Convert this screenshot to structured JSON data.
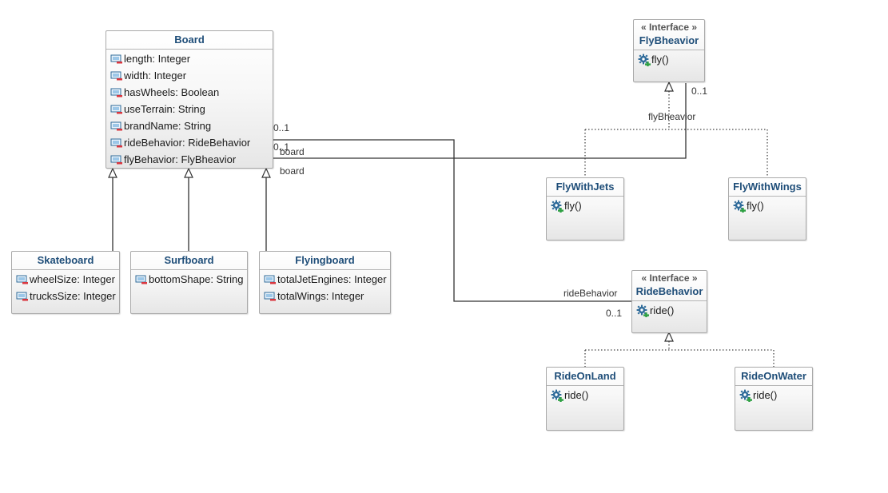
{
  "colors": {
    "class_title": "#1f4e79",
    "border": "#a9a9a9",
    "line": "#333333"
  },
  "classes": {
    "board": {
      "name": "Board",
      "attributes": [
        "length: Integer",
        "width: Integer",
        "hasWheels: Boolean",
        "useTerrain: String",
        "brandName: String",
        "rideBehavior: RideBehavior",
        "flyBehavior: FlyBheavior"
      ]
    },
    "skateboard": {
      "name": "Skateboard",
      "attributes": [
        "wheelSize: Integer",
        "trucksSize: Integer"
      ]
    },
    "surfboard": {
      "name": "Surfboard",
      "attributes": [
        "bottomShape: String"
      ]
    },
    "flyingboard": {
      "name": "Flyingboard",
      "attributes": [
        "totalJetEngines: Integer",
        "totalWings: Integer"
      ]
    },
    "flybheavior": {
      "stereotype": "« Interface »",
      "name": "FlyBheavior",
      "operations": [
        "fly()"
      ]
    },
    "flywithjets": {
      "name": "FlyWithJets",
      "operations": [
        "fly()"
      ]
    },
    "flywithwings": {
      "name": "FlyWithWings",
      "operations": [
        "fly()"
      ]
    },
    "ridebehavior": {
      "stereotype": "« Interface »",
      "name": "RideBehavior",
      "operations": [
        "ride()"
      ]
    },
    "rideonland": {
      "name": "RideOnLand",
      "operations": [
        "ride()"
      ]
    },
    "rideonwater": {
      "name": "RideOnWater",
      "operations": [
        "ride()"
      ]
    }
  },
  "labels": {
    "board_ride_mult": "0..1",
    "board_fly_mult": "0..1",
    "board_role_1": "board",
    "board_role_2": "board",
    "fly_role": "flyBheavior",
    "fly_mult": "0..1",
    "ride_role": "rideBehavior",
    "ride_mult": "0..1"
  },
  "icons": {
    "attribute": "attribute-field-icon",
    "operation": "operation-gear-icon"
  }
}
